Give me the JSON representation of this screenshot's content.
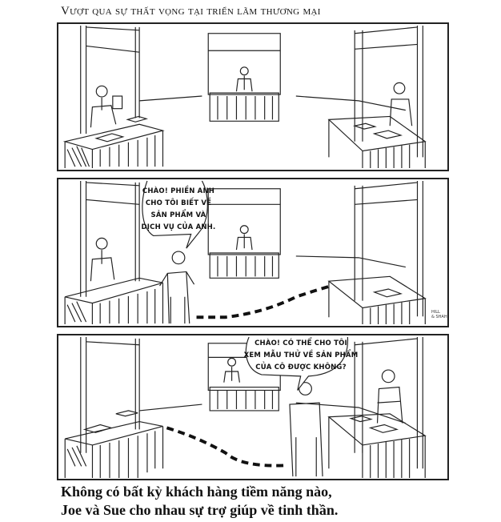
{
  "title": "Vượt qua sự thất vọng tại triển lãm thương mại",
  "panels": [
    {
      "id": 1,
      "description": "Three trade show booths; Joe (left) reads a paper, Sue (right) stands behind her table, a third man in center booth",
      "speech": null
    },
    {
      "id": 2,
      "description": "Sue walks over to Joe's booth, dashed path trailing from her booth",
      "speech": {
        "speaker": "Sue",
        "lines": [
          "CHÀO! PHIỀN ANH",
          "CHO TÔI BIẾT VỀ",
          "SẢN PHẨM VÀ",
          "DỊCH VỤ CỦA ANH."
        ]
      },
      "signature": [
        "HILL",
        "& SHAH"
      ]
    },
    {
      "id": 3,
      "description": "Joe walks over to Sue's booth, dashed path trailing from his booth",
      "speech": {
        "speaker": "Joe",
        "lines": [
          "CHÀO! CÓ THỂ CHO TÔI",
          "XEM MẪU THỬ VỀ SẢN PHẨM",
          "CỦA CÔ ĐƯỢC KHÔNG?"
        ]
      }
    }
  ],
  "caption": {
    "lines": [
      "Không có bất kỳ khách hàng tiềm năng nào,",
      "Joe và Sue cho nhau sự trợ giúp về tinh thần."
    ]
  }
}
